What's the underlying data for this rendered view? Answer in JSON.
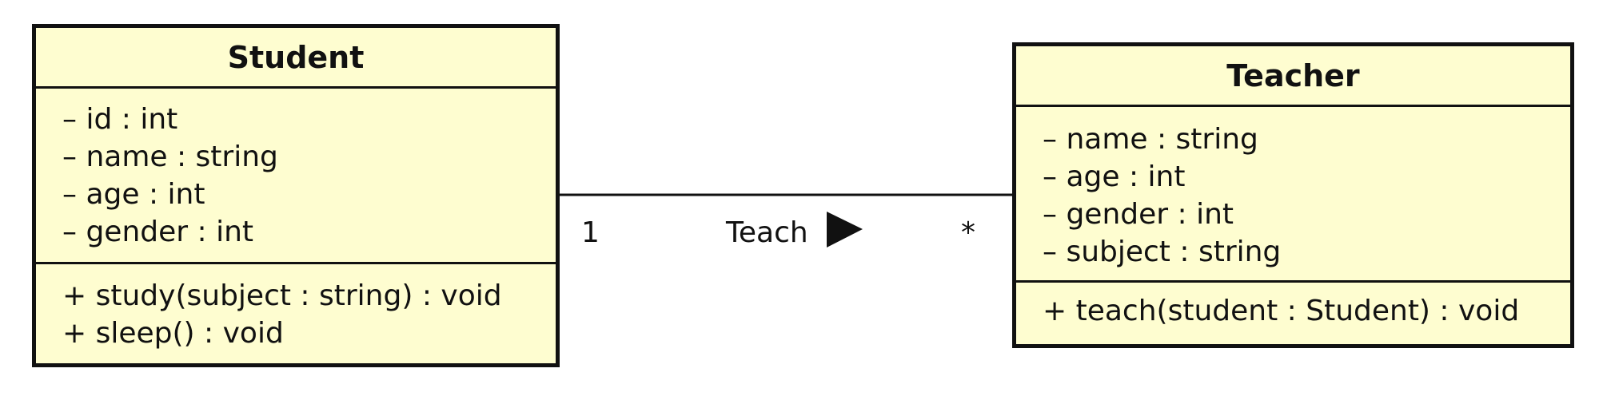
{
  "diagram_type": "UML class diagram",
  "colors": {
    "class_fill": "#fefdd0",
    "stroke": "#111111",
    "background": "#ffffff"
  },
  "classes": [
    {
      "name": "Student",
      "attributes": [
        "– id : int",
        "– name : string",
        "– age : int",
        "– gender : int"
      ],
      "operations": [
        "+ study(subject : string) : void",
        "+ sleep() : void"
      ]
    },
    {
      "name": "Teacher",
      "attributes": [
        "– name : string",
        "– age : int",
        "– gender : int",
        "– subject : string"
      ],
      "operations": [
        "+ teach(student : Student) : void"
      ]
    }
  ],
  "association": {
    "name": "Teach",
    "direction_icon": "filled-triangle-right",
    "source": "Student",
    "target": "Teacher",
    "source_multiplicity": "1",
    "target_multiplicity": "*"
  }
}
